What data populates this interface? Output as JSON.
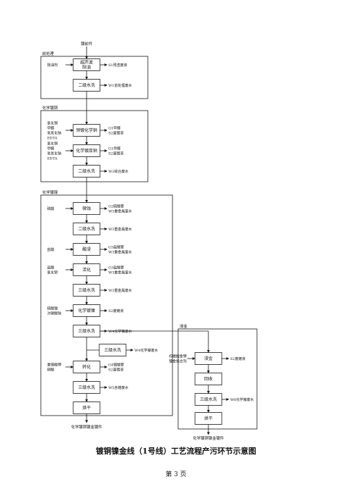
{
  "input_label": "镀前件",
  "output_left": "化学镀铜镀金镀件",
  "output_right": "化学镀铜镍金镀件",
  "sections": {
    "pretreat": "前处理",
    "cu": "化学镀铜",
    "ni": "化学镀镍",
    "au": "浸金"
  },
  "steps": {
    "ultrasonic": [
      "超声波",
      "除油"
    ],
    "rinse1": "二级水洗",
    "predip": "预镀化学铜",
    "cuplate": "化学镀厚铜",
    "rinse2": "二级水洗",
    "microetch": "微蚀",
    "rinse3": "二级水洗",
    "acid": "酸浸",
    "activate": "活化",
    "rinse4": "三级水洗",
    "niplate": "化学镀镍",
    "rinse5": "三级水洗",
    "rinse6": "三级水洗",
    "convert": "转化",
    "rinse7": "三级水洗",
    "dry": "烘干",
    "immgold": "浸金",
    "recover": "回收",
    "rinse8": "三级水洗",
    "dry2": "烘干"
  },
  "inputs": {
    "ultrasonic": [
      "除油剂"
    ],
    "predip": [
      "氯化铜",
      "甲醛",
      "氢氧化钠",
      "EDTA"
    ],
    "cuplate": [
      "氯化铜",
      "甲醛",
      "氢氧化钠",
      "EDTA"
    ],
    "microetch": [
      "硫酸"
    ],
    "acid": [
      "盐酸"
    ],
    "activate": [
      "盐酸",
      "氯化钯"
    ],
    "niplate": [
      "硫酸镍",
      "次磷酸钠"
    ],
    "convert": [
      "重铬酸钾",
      "硝酸"
    ],
    "immgold": [
      "柠檬酸金钾",
      "镀金络合剂"
    ]
  },
  "outputs": {
    "ultrasonic": [
      "S1残渣废液"
    ],
    "rinse1": [
      "W1前处理废水"
    ],
    "predip": [
      "G1甲醛",
      "S2废镀液"
    ],
    "cuplate": [
      "G1甲醛",
      "S2废镀液"
    ],
    "rinse2": [
      "W2综合废水"
    ],
    "microetch": [
      "G2硫酸雾",
      "W3重金属废水"
    ],
    "rinse3": [
      "W3重金属废水"
    ],
    "acid": [
      "G3盐酸雾",
      "W3重金属废水"
    ],
    "activate": [
      "G3盐酸雾",
      "W3重金属废水"
    ],
    "rinse4": [
      "W3重金属废水"
    ],
    "niplate": [
      "S2废镀液"
    ],
    "rinse5": [
      "W4化学镍废水"
    ],
    "rinse6": [
      "W4化学镍废水"
    ],
    "convert": [
      "G4铬酸雾",
      "S2废镀液"
    ],
    "rinse7": [
      "W5含铬废水"
    ],
    "immgold": [
      "S2废镀液"
    ],
    "rinse8": [
      "W6化学镍废水"
    ]
  },
  "caption": "镀铜镍金线（1号线）工艺流程产污环节示意图",
  "page_number": "第 3 页"
}
